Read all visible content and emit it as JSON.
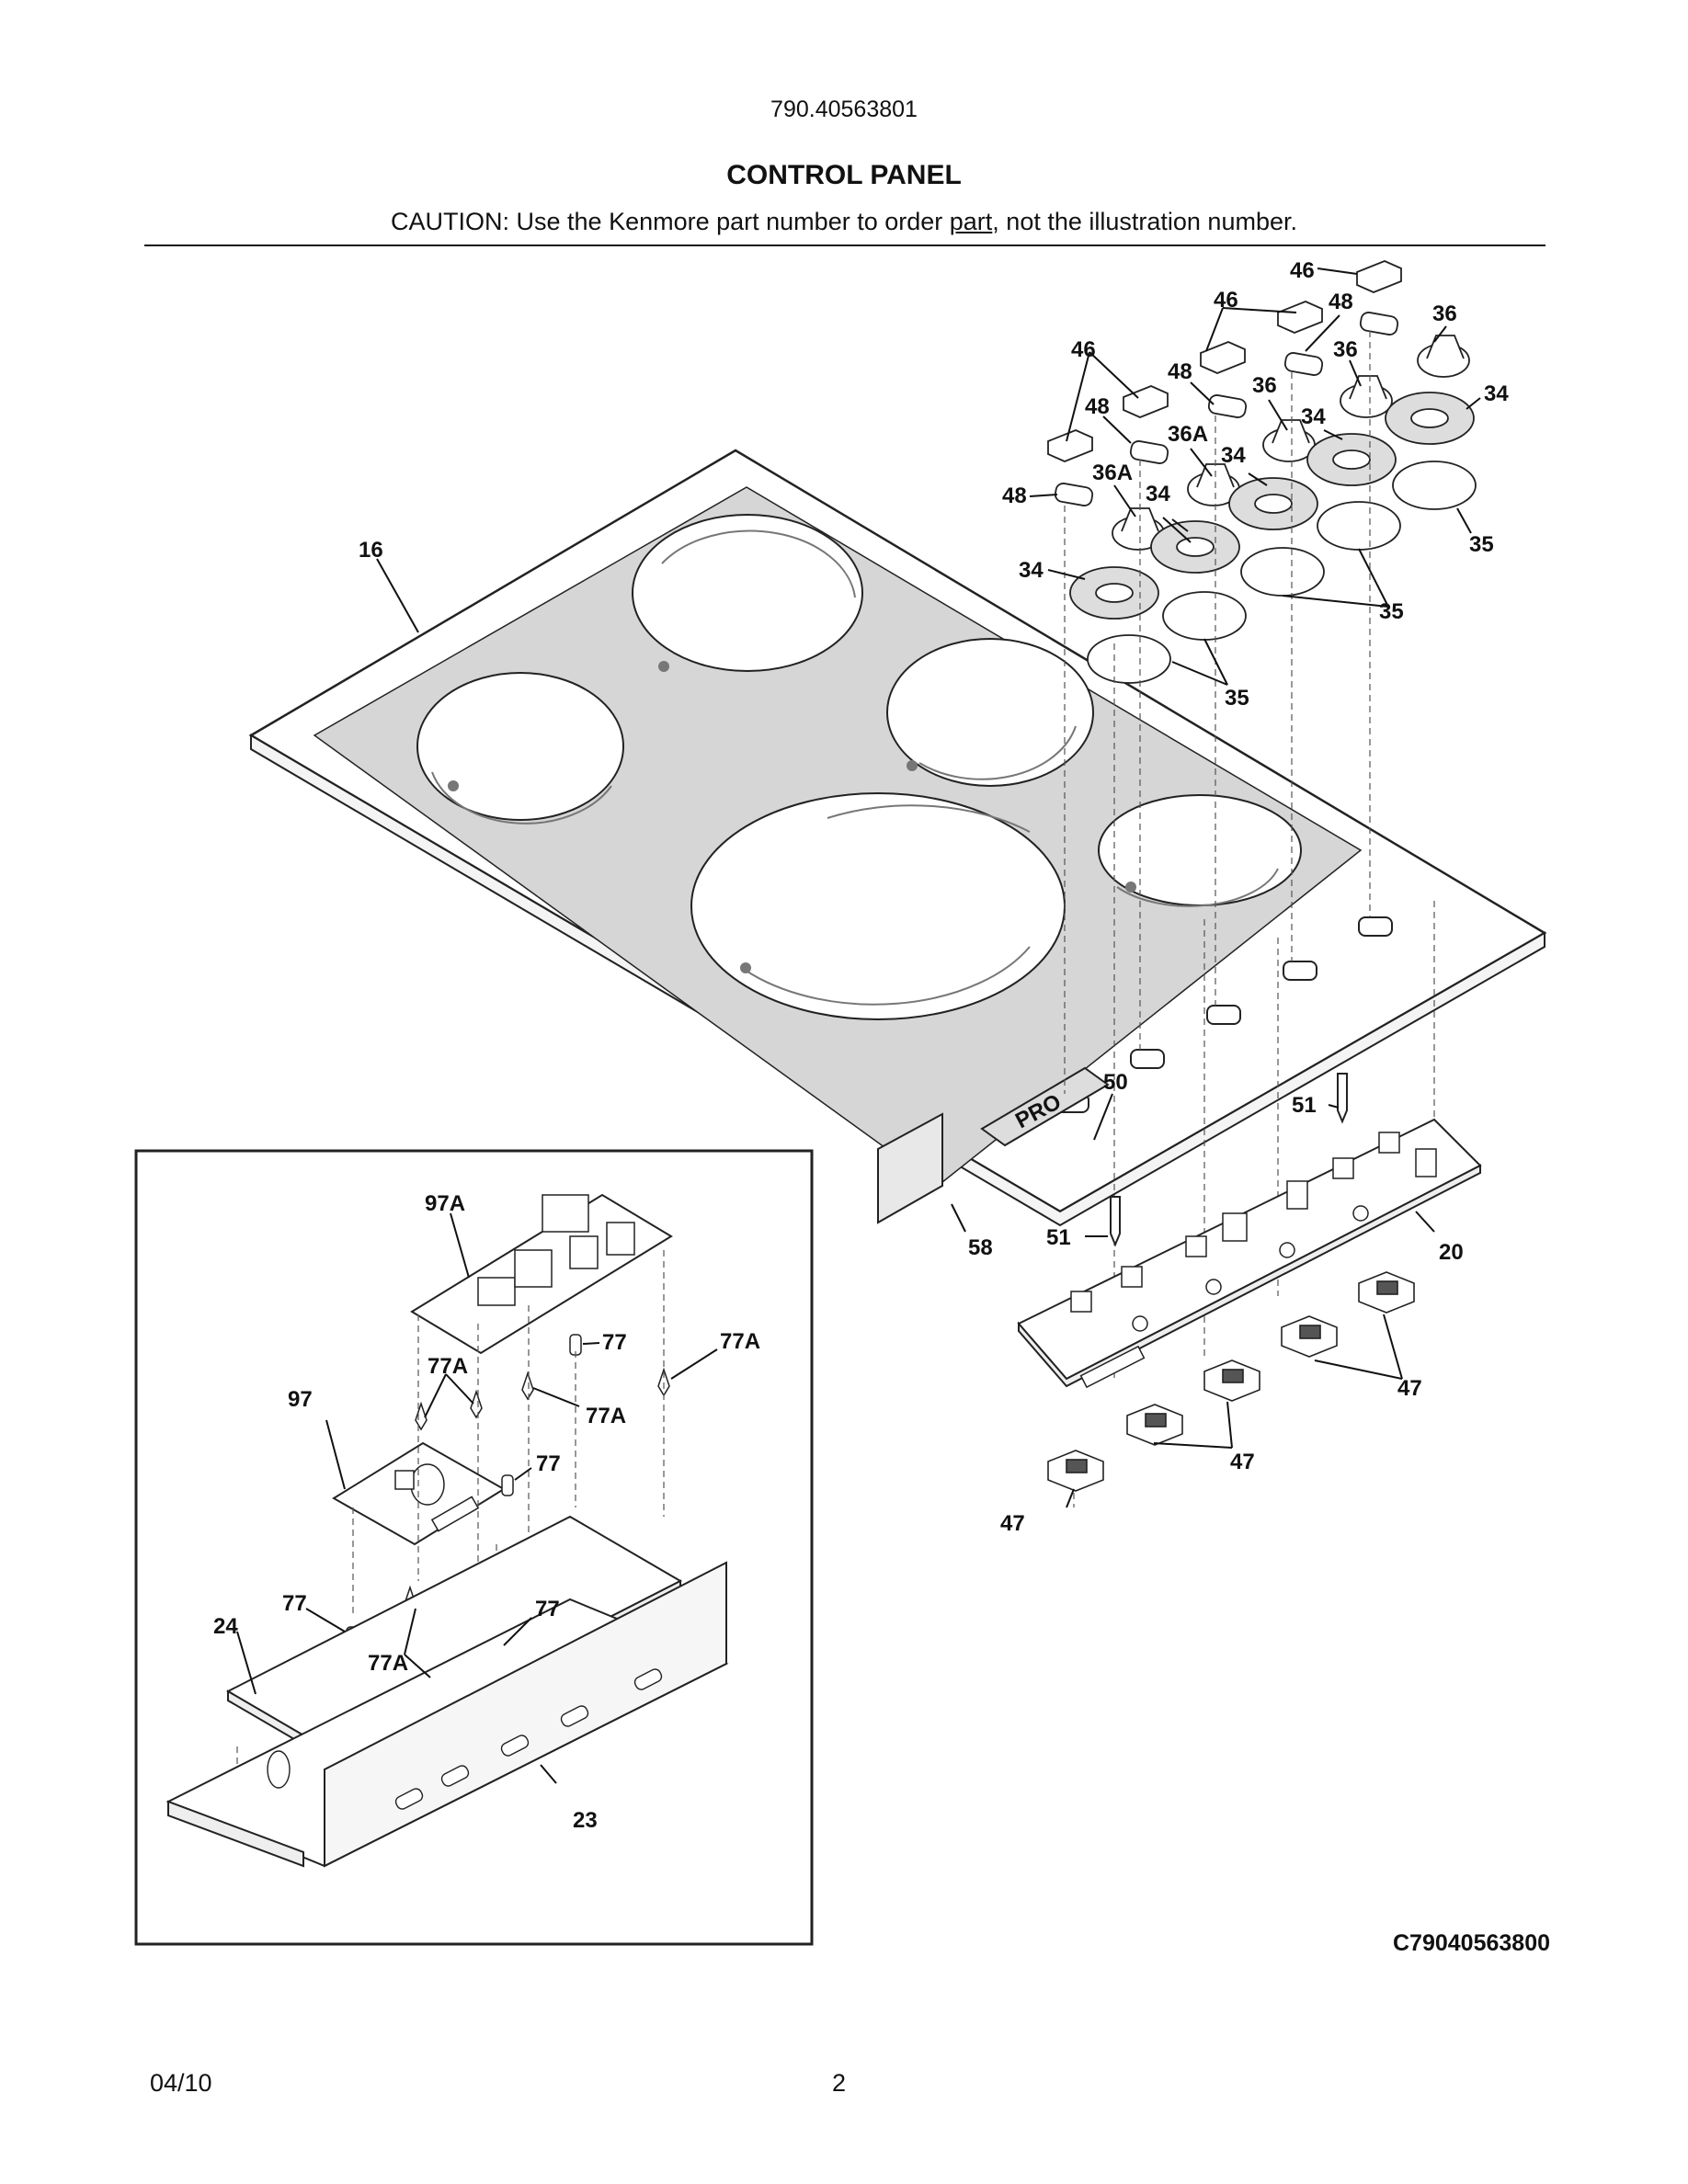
{
  "header": {
    "model_number": "790.40563801",
    "title": "CONTROL PANEL",
    "caution_before": "CAUTION: Use the Kenmore part number to order ",
    "caution_underlined": "part",
    "caution_after": ", not the illustration number."
  },
  "diagram": {
    "callouts": {
      "c16": "16",
      "c46a": "46",
      "c46b": "46",
      "c46c": "46",
      "c48a": "48",
      "c48b": "48",
      "c48c": "48",
      "c48d": "48",
      "c36a": "36",
      "c36b": "36",
      "c36c": "36",
      "c36Aa": "36A",
      "c36Ab": "36A",
      "c34a": "34",
      "c34b": "34",
      "c34c": "34",
      "c34d": "34",
      "c34e": "34",
      "c35a": "35",
      "c35b": "35",
      "c35c": "35",
      "c50": "50",
      "c51a": "51",
      "c51b": "51",
      "c58": "58",
      "c20": "20",
      "c47a": "47",
      "c47b": "47",
      "c47c": "47",
      "c97A": "97A",
      "c97": "97",
      "c77a": "77",
      "c77b": "77",
      "c77c": "77",
      "c77d": "77",
      "c77Aa": "77A",
      "c77Ab": "77A",
      "c77Ac": "77A",
      "c77Ad": "77A",
      "c24": "24",
      "c23": "23"
    },
    "logo_text": "PRO",
    "illustration_code": "C79040563800"
  },
  "footer": {
    "date": "04/10",
    "page_number": "2"
  }
}
